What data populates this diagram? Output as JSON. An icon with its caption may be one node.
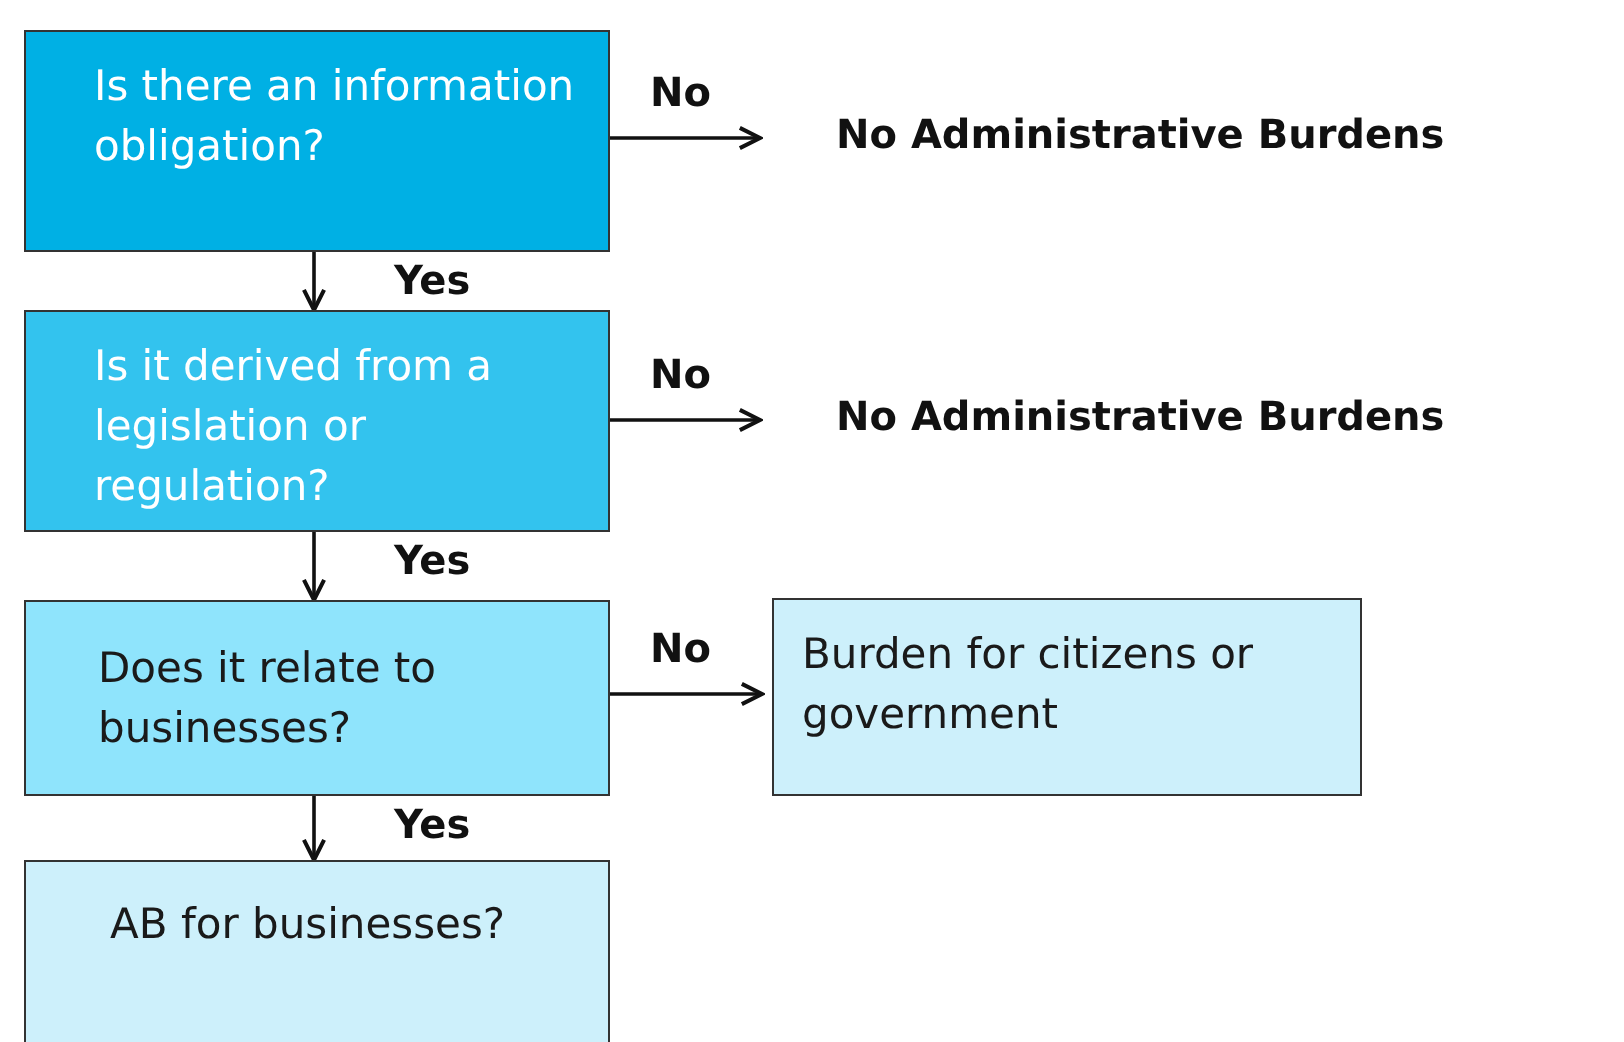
{
  "diagram": {
    "nodes": [
      {
        "text": [
          "Is there an information obligation?"
        ]
      },
      {
        "text": [
          "No Administrative Burdens"
        ]
      },
      {
        "text": [
          "Is it derived from a legislation or regulation?"
        ]
      },
      {
        "text": [
          "No Administrative Burdens"
        ]
      },
      {
        "text": [
          "Does it relate to businesses?"
        ]
      },
      {
        "text": [
          "Burden for citizens or government"
        ]
      },
      {
        "text": [
          "AB for businesses?"
        ]
      }
    ],
    "edges": [
      {
        "from": 0,
        "to": 1,
        "arrow": "to",
        "label": "No"
      },
      {
        "from": 0,
        "to": 2,
        "arrow": "to",
        "label": "Yes"
      },
      {
        "from": 2,
        "to": 3,
        "arrow": "to",
        "label": "No"
      },
      {
        "from": 2,
        "to": 4,
        "arrow": "to",
        "label": "Yes"
      },
      {
        "from": 4,
        "to": 5,
        "arrow": "to",
        "label": "No"
      },
      {
        "from": 4,
        "to": 6,
        "arrow": "to",
        "label": "Yes"
      }
    ]
  }
}
